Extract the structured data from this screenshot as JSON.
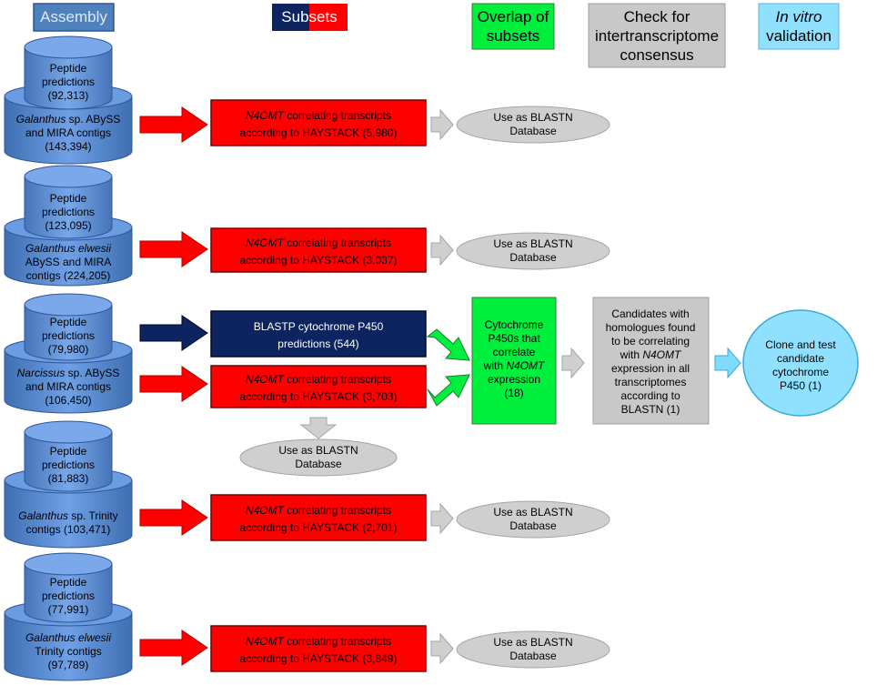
{
  "headers": {
    "assembly": "Assembly",
    "subsets_a": "Sub",
    "subsets_b": "sets",
    "overlap_1": "Overlap of",
    "overlap_2": "subsets",
    "check_1": "Check for",
    "check_2": "intertranscriptome",
    "check_3": "consensus",
    "invitro_1": "In vitro",
    "invitro_2": "validation"
  },
  "rows": [
    {
      "pep_1": "Peptide",
      "pep_2": "predictions",
      "pep_3": "(92,313)",
      "contig_1_italic": "Galanthus",
      "contig_1_rest": " sp. ABySS",
      "contig_2": "and MIRA contigs",
      "contig_3": "(143,394)",
      "subset_italic": "N4OMT",
      "subset_1_rest": " correlating transcripts",
      "subset_2": "according to HAYSTACK (5,980)",
      "db_1": "Use as BLASTN",
      "db_2": "Database"
    },
    {
      "pep_1": "Peptide",
      "pep_2": "predictions",
      "pep_3": "(123,095)",
      "contig_1_italic": "Galanthus elwesii",
      "contig_1_rest": "",
      "contig_2": "ABySS and MIRA",
      "contig_3": "contigs (224,205)",
      "subset_italic": "N4OMT",
      "subset_1_rest": " correlating transcripts",
      "subset_2": "according to HAYSTACK (3,037)",
      "db_1": "Use as BLASTN",
      "db_2": "Database"
    },
    {
      "pep_1": "Peptide",
      "pep_2": "predictions",
      "pep_3": "(79,980)",
      "contig_1_italic": "Narcissus",
      "contig_1_rest": " sp. ABySS",
      "contig_2": "and MIRA contigs",
      "contig_3": "(106,450)",
      "subset_italic": "N4OMT",
      "subset_1_rest": " correlating transcripts",
      "subset_2": "according to HAYSTACK (3,703)",
      "db_1": "Use as BLASTN",
      "db_2": "Database"
    },
    {
      "pep_1": "Peptide",
      "pep_2": "predictions",
      "pep_3": "(81,883)",
      "contig_1_italic": "Galanthus",
      "contig_1_rest": " sp. Trinity",
      "contig_2": "contigs (103,471)",
      "contig_3": "",
      "subset_italic": "N4OMT",
      "subset_1_rest": " correlating transcripts",
      "subset_2": "according to HAYSTACK (2,701)",
      "db_1": "Use as BLASTN",
      "db_2": "Database"
    },
    {
      "pep_1": "Peptide",
      "pep_2": "predictions",
      "pep_3": "(77,991)",
      "contig_1_italic": "Galanthus elwesii",
      "contig_1_rest": "",
      "contig_2": "Trinity contigs",
      "contig_3": "(97,789)",
      "subset_italic": "N4OMT",
      "subset_1_rest": " correlating transcripts",
      "subset_2": "according to HAYSTACK (3,849)",
      "db_1": "Use as BLASTN",
      "db_2": "Database"
    }
  ],
  "blastp": {
    "line_1": "BLASTP cytochrome P450",
    "line_2": "predictions (544)"
  },
  "overlap_box": {
    "line_1": "Cytochrome",
    "line_2": "P450s that",
    "line_3": "correlate",
    "line_4_pre": "with ",
    "line_4_italic": "N4OMT",
    "line_5": "expression",
    "line_6": "(18)"
  },
  "consensus_box": {
    "line_1": "Candidates with",
    "line_2": "homologues found",
    "line_3": "to be correlating",
    "line_4_pre": "with ",
    "line_4_italic": "N4OMT",
    "line_5": "expression in all",
    "line_6": "transcriptomes",
    "line_7": "according to",
    "line_8": "BLASTN (1)"
  },
  "clone_box": {
    "line_1": "Clone and test",
    "line_2": "candidate",
    "line_3": "cytochrome",
    "line_4": "P450 (1)"
  },
  "colors": {
    "assembly_blue": "#5b8dd6",
    "header_blue": "#4f81bd",
    "cyl_blue": "#4f81bd",
    "navy": "#0d2461",
    "red": "#ff0000",
    "green": "#00ee3c",
    "gray": "#c8c8c8",
    "light_blue": "#8fe1ff",
    "arrow_light_blue": "#7fdcff"
  }
}
